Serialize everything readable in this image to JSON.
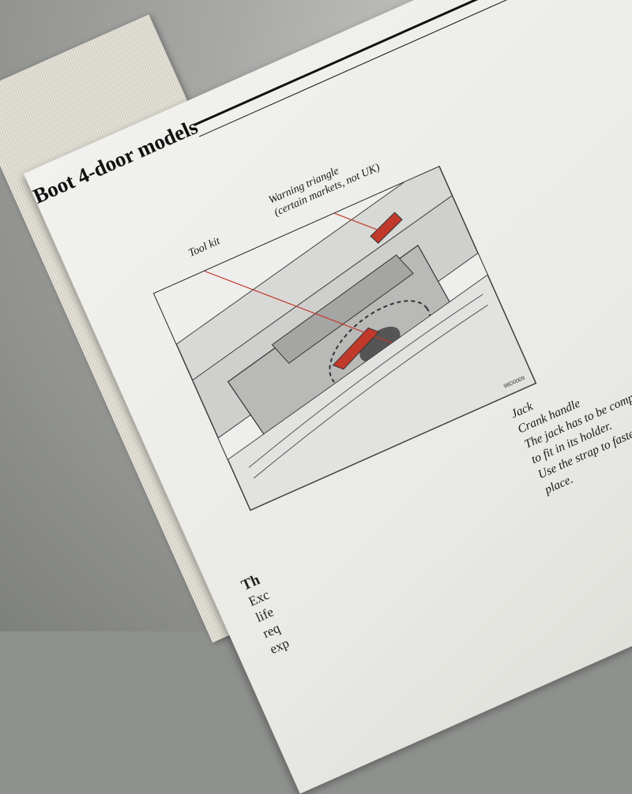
{
  "heading": "Boot 4-door models",
  "figure": {
    "labels": {
      "tool_kit": "Tool kit",
      "warning_triangle_line1": "Warning triangle",
      "warning_triangle_line2": "(certain markets, not UK)"
    },
    "code": "98D0009"
  },
  "caption_lines": [
    "Jack",
    "Crank handle",
    "The jack has to be completely folded in o",
    "to fit in its holder.",
    "Use the strap to fasten the jack secu",
    "place."
  ],
  "left_column": {
    "title_fragment": "Th",
    "lines": [
      "Exc",
      "life",
      "req",
      "exp"
    ]
  },
  "colors": {
    "accent_red": "#c0392b",
    "leader_line": "#c0392b",
    "ink": "#111111"
  }
}
